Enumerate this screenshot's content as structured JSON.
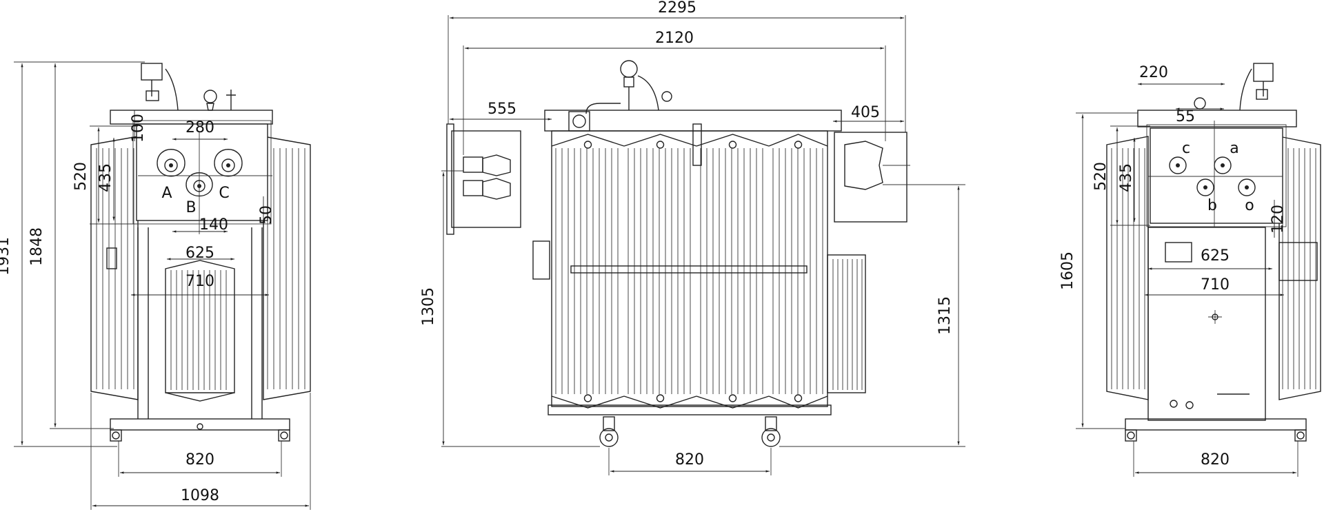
{
  "diagram": {
    "left_view": {
      "dimensions": {
        "overall_height": "1931",
        "frame_height": "1848",
        "upper_520": "520",
        "upper_435": "435",
        "top_100": "100",
        "bushing_spacing_280": "280",
        "offset_140": "140",
        "offset_50": "50",
        "width_625": "625",
        "width_710": "710",
        "wheel_base": "820",
        "overall_width": "1098"
      },
      "phase_labels": [
        "A",
        "B",
        "C"
      ]
    },
    "center_view": {
      "dimensions": {
        "overall_length": "2295",
        "body_length": "2120",
        "left_box": "555",
        "right_box": "405",
        "height_left": "1305",
        "height_right": "1315",
        "wheel_base": "820"
      }
    },
    "right_view": {
      "dimensions": {
        "top_220": "220",
        "top_55": "55",
        "upper_520": "520",
        "upper_435": "435",
        "offset_120": "120",
        "width_625": "625",
        "width_710": "710",
        "overall_height": "1605",
        "wheel_base": "820"
      },
      "phase_labels": [
        "c",
        "a",
        "b",
        "o"
      ]
    }
  }
}
